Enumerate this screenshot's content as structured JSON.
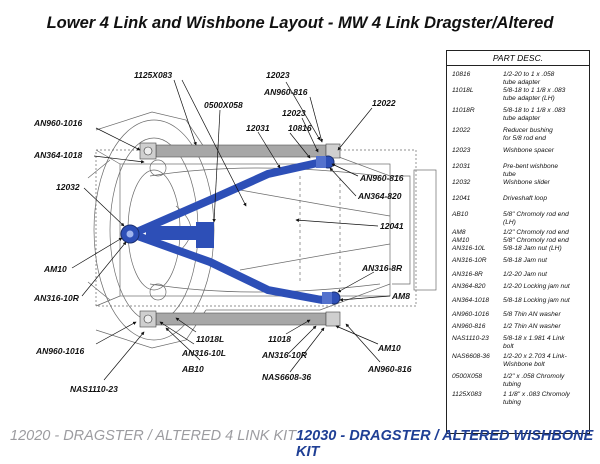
{
  "title": "Lower 4 Link and Wishbone Layout - MW 4 Link Dragster/Altered",
  "callouts": {
    "c1125x083": "1125X083",
    "c12023_top": "12023",
    "can960816_top": "AN960-816",
    "c12022": "12022",
    "c12023_mid": "12023",
    "c0500x058": "0500X058",
    "can9601016_top": "AN960-1016",
    "c12031": "12031",
    "c10816": "10816",
    "can3641018": "AN364-1018",
    "can960816_right": "AN960-816",
    "can364820": "AN364-820",
    "c12032": "12032",
    "c12041": "12041",
    "cam10_left": "AM10",
    "can31610r_left": "AN316-10R",
    "can3168r": "AN316-8R",
    "cam8": "AM8",
    "c11018l": "11018L",
    "c11018": "11018",
    "can9601016_bottom": "AN960-1016",
    "can31610l": "AN316-10L",
    "can31610r_bottom": "AN316-10R",
    "cam10_bottom": "AM10",
    "cab10": "AB10",
    "cnas660836": "NAS6608-36",
    "can960816_bottom": "AN960-816",
    "cnas111023": "NAS1110-23"
  },
  "legend": {
    "header": "PART DESC.",
    "rows": [
      {
        "code": "10816",
        "desc": [
          "1/2-20 to 1 x .058",
          "tube adapter"
        ]
      },
      {
        "code": "11018L",
        "desc": [
          "5/8-18 to 1 1/8 x .083",
          "tube adapter (LH)"
        ]
      },
      {
        "code": "11018R",
        "desc": [
          "5/8-18 to 1 1/8 x .083",
          "tube adapter"
        ]
      },
      {
        "code": "12022",
        "desc": [
          "Reducer bushing",
          "for 5/8 rod end"
        ]
      },
      {
        "code": "12023",
        "desc": [
          "Wishbone spacer"
        ]
      },
      {
        "code": "12031",
        "desc": [
          "Pre-bent wishbone",
          "tube"
        ]
      },
      {
        "code": "12032",
        "desc": [
          "Wishbone slider"
        ]
      },
      {
        "code": "12041",
        "desc": [
          "Driveshaft loop"
        ]
      },
      {
        "code": "AB10",
        "desc": [
          "5/8\" Chromoly rod end",
          "(LH)"
        ]
      },
      {
        "code": "AM8",
        "desc": [
          "1/2\" Chromoly rod end"
        ]
      },
      {
        "code": "AM10",
        "desc": [
          "5/8\" Chromoly rod end"
        ]
      },
      {
        "code": "AN316-10L",
        "desc": [
          "5/8-18 Jam nut (LH)"
        ]
      },
      {
        "code": "AN316-10R",
        "desc": [
          "5/8-18 Jam nut"
        ]
      },
      {
        "code": "AN316-8R",
        "desc": [
          "1/2-20 Jam nut"
        ]
      },
      {
        "code": "AN364-820",
        "desc": [
          "1/2-20 Locking jam nut"
        ]
      },
      {
        "code": "AN364-1018",
        "desc": [
          "5/8-18 Locking jam nut"
        ]
      },
      {
        "code": "AN960-1016",
        "desc": [
          "5/8 Thin AN washer"
        ]
      },
      {
        "code": "AN960-816",
        "desc": [
          "1/2 Thin AN washer"
        ]
      },
      {
        "code": "NAS1110-23",
        "desc": [
          "5/8-18 x 1.981 4 Link",
          "bolt"
        ]
      },
      {
        "code": "NAS6608-36",
        "desc": [
          "1/2-20 x 2.703 4 Link-",
          "Wishbone bolt"
        ]
      },
      {
        "code": "0500X058",
        "desc": [
          "1/2\" x .058 Chromoly",
          "tubing"
        ]
      },
      {
        "code": "1125X083",
        "desc": [
          "1 1/8\" x .083 Chromoly",
          "tubing"
        ]
      }
    ]
  },
  "footer": {
    "left": "12020 - DRAGSTER / ALTERED 4 LINK KIT",
    "right": "12030 - DRAGSTER / ALTERED WISHBONE KIT"
  },
  "colors": {
    "wishbone_blue": "#2d4fb7",
    "link_gray": "#a7a7a7",
    "line_art": "#555555",
    "footer_gray": "#9c9ca0",
    "footer_blue": "#1f3f95"
  }
}
